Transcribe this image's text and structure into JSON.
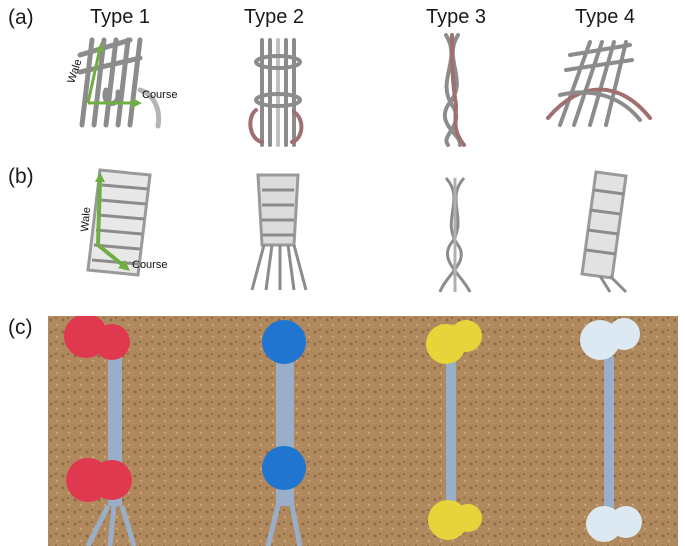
{
  "panel_labels": {
    "a": "(a)",
    "b": "(b)",
    "c": "(c)"
  },
  "types": [
    {
      "label": "Type 1",
      "pin_color": "#e0384f"
    },
    {
      "label": "Type 2",
      "pin_color": "#1f75d0"
    },
    {
      "label": "Type 3",
      "pin_color": "#e6d53a"
    },
    {
      "label": "Type 4",
      "pin_color": "#dde9f2"
    }
  ],
  "axis_labels": {
    "wale": "Wale",
    "course": "Course"
  },
  "colors": {
    "yarn": "#8c8c8c",
    "yarn_highlight": "#a07070",
    "arrow": "#6fae42",
    "cord": "#98aec9",
    "cork": "#b08a5e"
  }
}
